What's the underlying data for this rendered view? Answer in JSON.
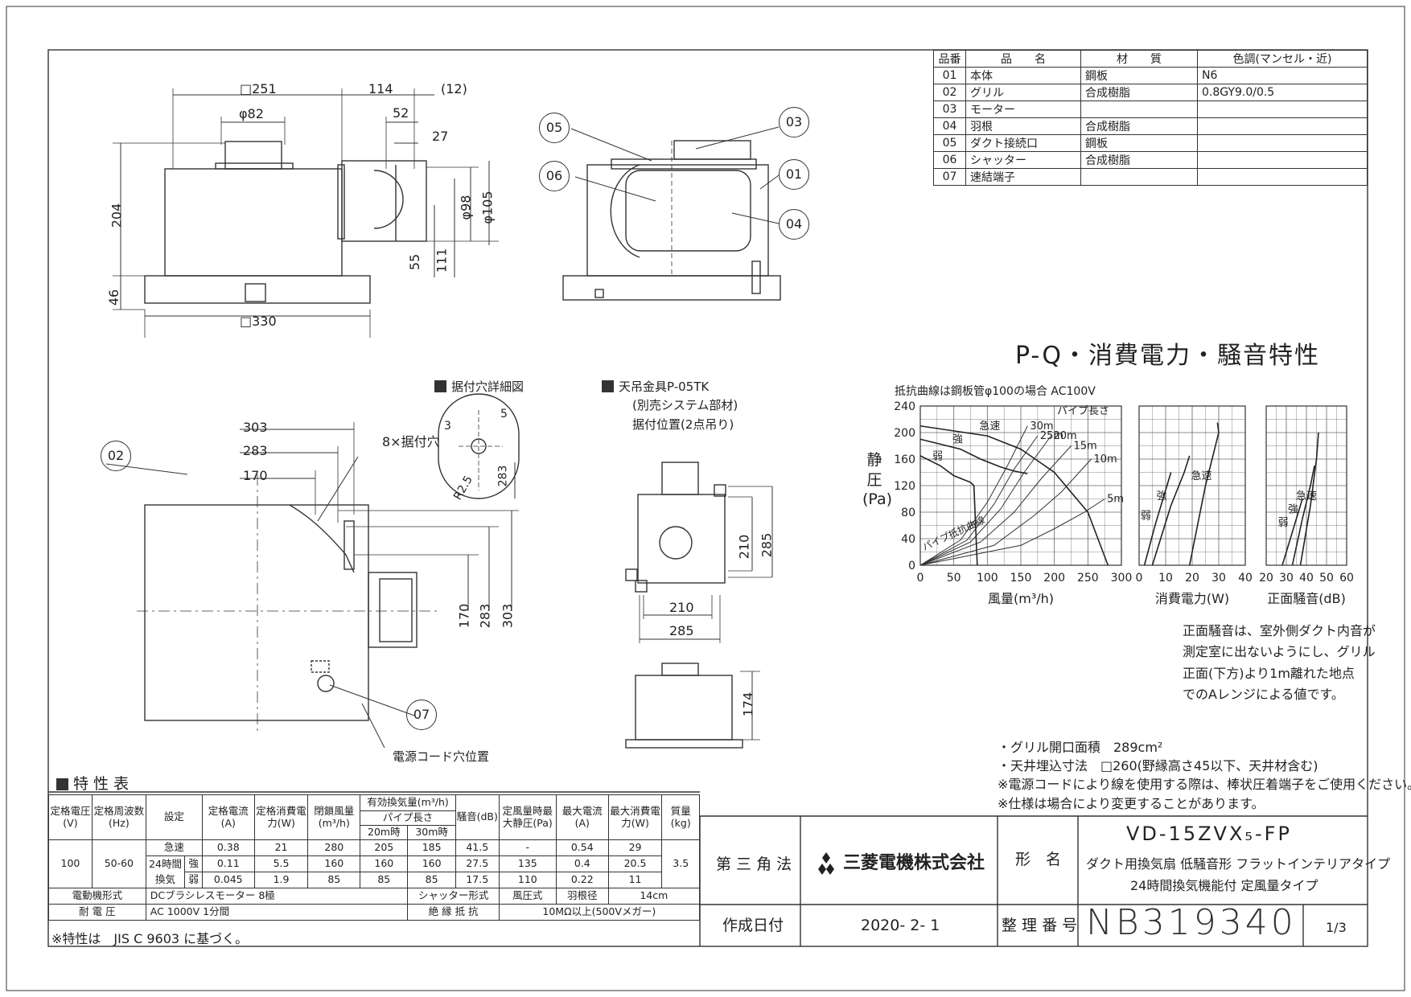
{
  "dims": {
    "d251": "□251",
    "d114": "114",
    "d12": "(12)",
    "d82": "φ82",
    "d52": "52",
    "d27": "27",
    "d204": "204",
    "d46": "46",
    "d98": "φ98",
    "d105": "φ105",
    "d55": "55",
    "d111": "111",
    "d330": "□330",
    "d303a": "303",
    "d283a": "283",
    "d170a": "170",
    "d170b": "170",
    "d283b": "283",
    "d303b": "303",
    "d3": "3",
    "d5": "5",
    "dr25": "R2.5",
    "d283c": "283",
    "holes": "8×据付穴",
    "d210v": "210",
    "d285v": "285",
    "d210h": "210",
    "d285h": "285",
    "d174": "174"
  },
  "callouts": {
    "c01": "01",
    "c02": "02",
    "c03": "03",
    "c04": "04",
    "c05": "05",
    "c06": "06",
    "c07": "07"
  },
  "labels": {
    "mount_detail": "据付穴詳細図",
    "hanger_1": "天吊金具P-05TK",
    "hanger_2": "(別売システム部材)",
    "hanger_3": "据付位置(2点吊り)",
    "power_cord": "電源コード穴位置"
  },
  "parts": {
    "headers": [
      "品番",
      "品　　名",
      "材　　質",
      "色調(マンセル・近)"
    ],
    "rows": [
      [
        "01",
        "本体",
        "鋼板",
        "N6"
      ],
      [
        "02",
        "グリル",
        "合成樹脂",
        "0.8GY9.0/0.5"
      ],
      [
        "03",
        "モーター",
        "",
        ""
      ],
      [
        "04",
        "羽根",
        "合成樹脂",
        ""
      ],
      [
        "05",
        "ダクト接続口",
        "鋼板",
        ""
      ],
      [
        "06",
        "シャッター",
        "合成樹脂",
        ""
      ],
      [
        "07",
        "速結端子",
        "",
        ""
      ]
    ]
  },
  "chart_title": "P-Q・消費電力・騒音特性",
  "chart_data": [
    {
      "type": "line",
      "note": "抵抗曲線は鋼板管φ100の場合 AC100V",
      "xlabel": "風量(m³/h)",
      "ylabel": "静圧(Pa)",
      "xlim": [
        0,
        300
      ],
      "ylim": [
        0,
        240
      ],
      "xticks": [
        0,
        50,
        100,
        150,
        200,
        250,
        300
      ],
      "yticks": [
        0,
        40,
        80,
        120,
        160,
        200,
        240
      ],
      "pipe_label": "パイプ長さ",
      "pipe_curve_label": "パイプ抵抗曲線",
      "series": [
        {
          "name": "急速",
          "x": [
            0,
            100,
            150,
            200,
            250,
            280
          ],
          "y": [
            210,
            195,
            175,
            140,
            80,
            0
          ]
        },
        {
          "name": "強",
          "x": [
            0,
            60,
            90,
            120,
            140,
            160
          ],
          "y": [
            190,
            175,
            160,
            148,
            142,
            138
          ]
        },
        {
          "name": "弱",
          "x": [
            0,
            30,
            50,
            75,
            80,
            85
          ],
          "y": [
            165,
            150,
            135,
            125,
            120,
            0
          ]
        }
      ],
      "pipe_curves": [
        {
          "name": "30m",
          "x": [
            0,
            60,
            100,
            130,
            160
          ],
          "y": [
            0,
            38,
            95,
            150,
            210
          ]
        },
        {
          "name": "25m",
          "x": [
            0,
            70,
            110,
            140,
            175
          ],
          "y": [
            0,
            38,
            92,
            145,
            195
          ]
        },
        {
          "name": "20m",
          "x": [
            0,
            75,
            120,
            155,
            195
          ],
          "y": [
            0,
            35,
            85,
            140,
            195
          ]
        },
        {
          "name": "15m",
          "x": [
            0,
            90,
            140,
            180,
            225
          ],
          "y": [
            0,
            35,
            80,
            130,
            180
          ]
        },
        {
          "name": "10m",
          "x": [
            0,
            110,
            170,
            210,
            255
          ],
          "y": [
            0,
            30,
            75,
            110,
            160
          ]
        },
        {
          "name": "5m",
          "x": [
            0,
            150,
            200,
            245,
            275
          ],
          "y": [
            0,
            30,
            55,
            80,
            100
          ]
        }
      ]
    },
    {
      "type": "line",
      "xlabel": "消費電力(W)",
      "xlim": [
        0,
        40
      ],
      "ylim": [
        0,
        240
      ],
      "xticks": [
        0,
        10,
        20,
        30,
        40
      ],
      "series": [
        {
          "name": "急速",
          "x": [
            19,
            25,
            30,
            29.5
          ],
          "y": [
            0,
            120,
            200,
            215
          ]
        },
        {
          "name": "強",
          "x": [
            5,
            12,
            17,
            19
          ],
          "y": [
            0,
            90,
            140,
            165
          ]
        },
        {
          "name": "弱",
          "x": [
            2,
            6,
            9,
            12
          ],
          "y": [
            0,
            60,
            100,
            140
          ]
        }
      ]
    },
    {
      "type": "line",
      "xlabel": "正面騒音(dB)",
      "xlim": [
        20,
        60
      ],
      "ylim": [
        0,
        240
      ],
      "xticks": [
        20,
        30,
        40,
        50,
        60
      ],
      "series": [
        {
          "name": "急速",
          "x": [
            37,
            42,
            45,
            46
          ],
          "y": [
            0,
            90,
            160,
            200
          ]
        },
        {
          "name": "強",
          "x": [
            33,
            38,
            42,
            44
          ],
          "y": [
            0,
            70,
            120,
            150
          ]
        },
        {
          "name": "弱",
          "x": [
            28,
            33,
            36,
            38
          ],
          "y": [
            0,
            50,
            80,
            100
          ]
        }
      ]
    }
  ],
  "noise_note": [
    "正面騒音は、室外側ダクト内音が",
    "測定室に出ないようにし、グリル",
    "正面(下方)より1m離れた地点",
    "でのAレンジによる値です。"
  ],
  "notes": [
    "・グリル開口面積　289cm²",
    "・天井埋込寸法　□260(野縁高さ45以下、天井材含む)",
    "※電源コードにより線を使用する際は、棒状圧着端子をご使用ください。",
    "※仕様は場合により変更することがあります。"
  ],
  "spec": {
    "title": "特 性 表",
    "h_voltage": "定格電圧(V)",
    "h_freq": "定格周波数(Hz)",
    "h_setting": "設定",
    "h_current": "定格電流(A)",
    "h_power": "定格消費電力(W)",
    "h_closed": "閉鎖風量(m³/h)",
    "h_eff": "有効換気量(m³/h)",
    "h_pipe": "パイプ長さ",
    "h_20": "20m時",
    "h_30": "30m時",
    "h_noise": "騒音(dB)",
    "h_staticmax": "定風量時最大静圧(Pa)",
    "h_maxcur": "最大電流(A)",
    "h_maxpow": "最大消費電力(W)",
    "h_mass": "質量(kg)",
    "voltage": "100",
    "freq": "50-60",
    "mode_24a": "24時間",
    "mode_24b": "換気",
    "mass": "3.5",
    "rows": [
      [
        "急速",
        "0.38",
        "21",
        "280",
        "205",
        "185",
        "41.5",
        "-",
        "0.54",
        "29"
      ],
      [
        "強",
        "0.11",
        "5.5",
        "160",
        "160",
        "160",
        "27.5",
        "135",
        "0.4",
        "20.5"
      ],
      [
        "弱",
        "0.045",
        "1.9",
        "85",
        "85",
        "85",
        "17.5",
        "110",
        "0.22",
        "11"
      ]
    ],
    "motor_label": "電動機形式",
    "motor": "DCブラシレスモーター 8極",
    "shutter_label": "シャッター形式",
    "shutter": "風圧式",
    "blade_label": "羽根径",
    "blade": "14cm",
    "withstand_label": "耐 電 圧",
    "withstand": "AC 1000V 1分間",
    "insul_label": "絶 縁 抵 抗",
    "insul": "10MΩ以上(500Vメガー)",
    "jis": "※特性は　JIS C 9603 に基づく。"
  },
  "titleblock": {
    "projection": "第 三 角 法",
    "company": "三菱電機株式会社",
    "model_label": "形　名",
    "model": "VD-15ZVX₅-FP",
    "desc1": "ダクト用換気扇 低騒音形 フラットインテリアタイプ",
    "desc2": "24時間換気機能付 定風量タイプ",
    "date_label": "作成日付",
    "date": "2020- 2- 1",
    "ref_label": "整 理 番 号",
    "ref": "NB319340",
    "page": "1/3"
  },
  "colors": {
    "line": "#333333",
    "paper": "#ffffff"
  }
}
